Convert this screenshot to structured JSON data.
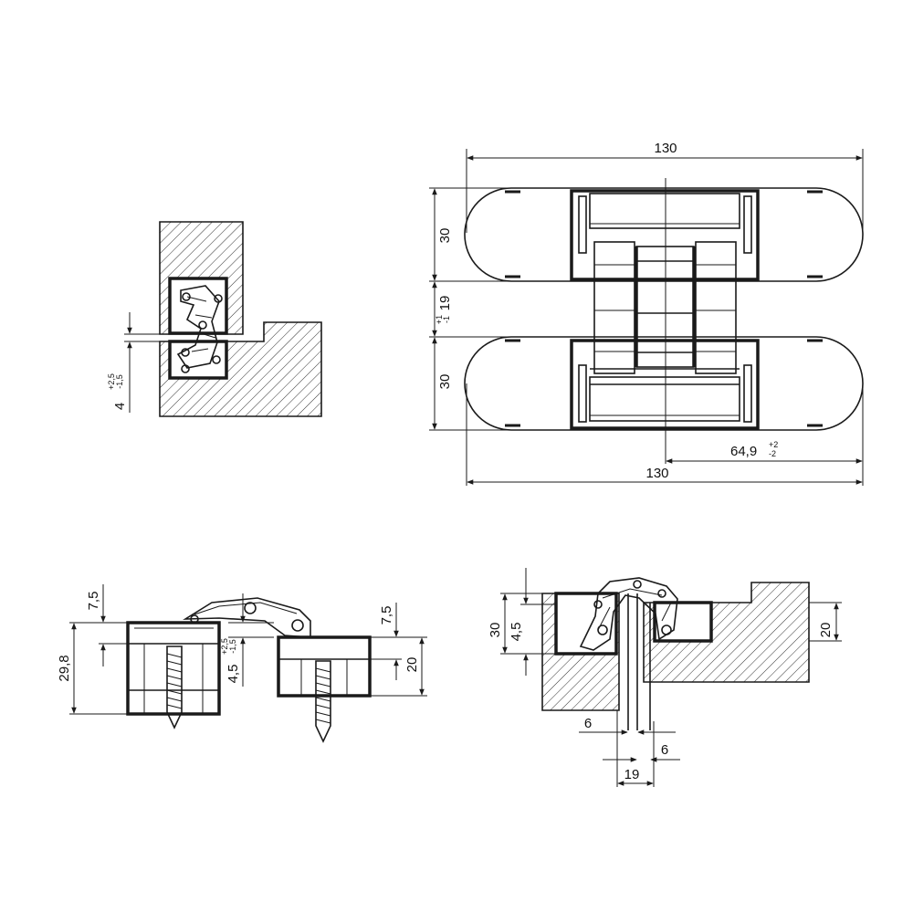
{
  "views": {
    "front": {
      "dims": {
        "overall_top": "130",
        "overall_bottom": "130",
        "leaf_top": "30",
        "gap": "19",
        "gap_tol_upper": "+1",
        "gap_tol_lower": "-1",
        "leaf_bottom": "30",
        "offset": "64,9",
        "offset_tol_upper": "+2",
        "offset_tol_lower": "-2"
      }
    },
    "section_closed": {
      "dims": {
        "gap": "4",
        "gap_tol_upper": "+2,5",
        "gap_tol_lower": "-1,5"
      }
    },
    "side": {
      "dims": {
        "left_top": "7,5",
        "left_height": "29,8",
        "center": "4,5",
        "center_tol_upper": "+2,5",
        "center_tol_lower": "-1,5",
        "right_top": "7,5",
        "right_height": "20"
      }
    },
    "open": {
      "dims": {
        "left_outer": "30",
        "left_inner": "4,5",
        "right_height": "20",
        "bottom_left": "6",
        "bottom_right": "6",
        "bottom_center": "19"
      }
    }
  }
}
